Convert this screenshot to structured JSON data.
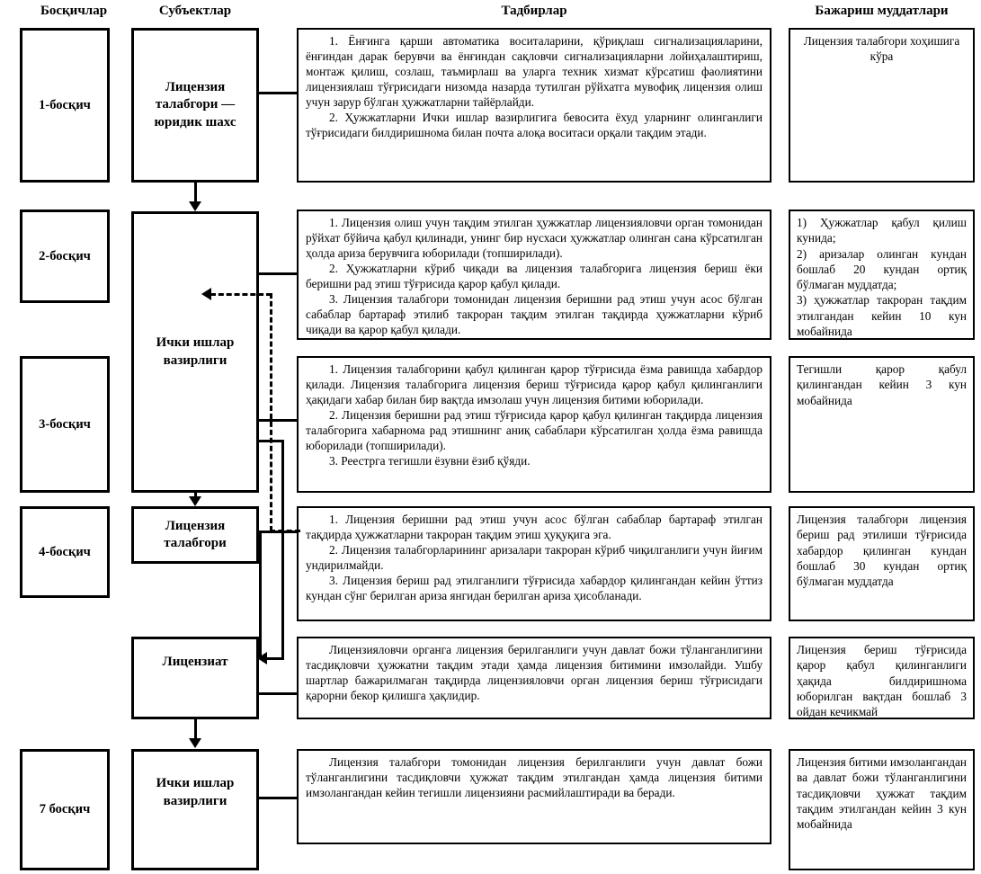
{
  "headers": {
    "stages": "Босқичлар",
    "subjects": "Субъектлар",
    "measures": "Тадбирлар",
    "deadlines": "Бажариш муддатлари"
  },
  "rows": [
    {
      "stage": "1-босқич",
      "subject": "Лицензия талабгори — юридик шахс",
      "measures": [
        "1. Ёнғинга қарши автоматика воситаларини, қўриқлаш сигнализацияларини, ёнғиндан дарак берувчи ва ёнғиндан сақловчи сигнализацияларни лойиҳалаштириш, монтаж қилиш, созлаш, таъмирлаш ва уларга техник хизмат кўрсатиш фаолиятини лицензиялаш тўғрисидаги низомда назарда тутилган рўйхатга мувофиқ лицензия олиш учун зарур бўлган ҳужжатларни тайёрлайди.",
        "2. Ҳужжатларни Ички ишлар вазирлигига бевосита ёхуд уларнинг олинганлиги тўғрисидаги билдиришнома билан почта алоқа воситаси орқали тақдим этади."
      ],
      "deadline": [
        "Лицензия талабгори хоҳишига кўра"
      ],
      "deadline_align": "center"
    },
    {
      "stage": "2-босқич",
      "subject": "Ички ишлар вазирлиги",
      "measures": [
        "1. Лицензия олиш учун тақдим этилган ҳужжатлар лицензияловчи орган томонидан рўйхат бўйича қабул қилинади, унинг бир нусхаси ҳужжатлар олинган сана кўрсатилган ҳолда ариза берувчига юборилади (топширилади).",
        "2. Ҳужжатларни кўриб чиқади ва лицензия талабгорига лицензия бериш ёки беришни рад этиш тўғрисида қарор қабул қилади.",
        "3. Лицензия талабгори томонидан лицензия беришни рад этиш учун асос бўлган сабаблар бартараф этилиб такроран тақдим этилган тақдирда ҳужжатларни кўриб чиқади ва қарор қабул қилади."
      ],
      "deadline": [
        "1) Ҳужжатлар қабул қилиш кунида;",
        "2) аризалар олинган кундан бошлаб 20 кундан ортиқ бўлмаган муддатда;",
        "3) ҳужжатлар такроран тақдим этилгандан кейин 10 кун мобайнида"
      ],
      "deadline_align": "justify"
    },
    {
      "stage": "3-босқич",
      "subject": "",
      "measures": [
        "1. Лицензия талабгорини қабул қилинган қарор тўғрисида ёзма равишда хабардор қилади. Лицензия талабгорига лицензия бериш тўғрисида қарор қабул қилинганлиги ҳақидаги хабар билан бир вақтда имзолаш учун лицензия битими юборилади.",
        "2. Лицензия беришни рад этиш тўғрисида қарор қабул қилинган тақдирда лицензия талабгорига хабарнома рад этишнинг аниқ сабаблари кўрсатилган ҳолда ёзма равишда юборилади (топширилади).",
        "3. Реестрга тегишли ёзувни ёзиб қўяди."
      ],
      "deadline": [
        "Тегишли қарор қабул қилингандан кейин 3 кун мобайнида"
      ],
      "deadline_align": "justify"
    },
    {
      "stage": "4-босқич",
      "subject": "Лицензия талабгори",
      "measures": [
        "1. Лицензия беришни рад этиш учун асос бўлган сабаблар бартараф этилган тақдирда ҳужжатларни такроран тақдим этиш ҳуқуқига эга.",
        "2. Лицензия талабгорларининг аризалари такроран кўриб чиқилганлиги учун йиғим ундирилмайди.",
        "3. Лицензия бериш рад этилганлиги тўғрисида хабардор қилингандан кейин ўттиз кундан сўнг берилган ариза янгидан берилган ариза ҳисобланади."
      ],
      "deadline": [
        "Лицензия талабгори лицензия бериш рад этилиши тўғрисида хабардор қилинган кундан бошлаб 30 кундан ортиқ бўлмаган муддатда"
      ],
      "deadline_align": "justify"
    },
    {
      "stage": "",
      "subject": "Лицензиат",
      "measures": [
        "Лицензияловчи органга лицензия берилганлиги учун давлат божи тўланганлигини тасдиқловчи ҳужжатни тақдим этади ҳамда лицензия битимини имзолайди. Ушбу шартлар бажарилмаган тақдирда лицензияловчи орган лицензия бериш тўғрисидаги қарорни бекор қилишга ҳақлидир."
      ],
      "deadline": [
        "Лицензия бериш тўғрисида қарор қабул қилинганлиги ҳақида билдиришнома юборилган вақтдан бошлаб 3 ойдан кечикмай"
      ],
      "deadline_align": "justify"
    },
    {
      "stage": "7 босқич",
      "subject": "Ички ишлар вазирлиги",
      "measures": [
        "Лицензия талабгори томонидан лицензия берилганлиги учун давлат божи тўланганлигини тасдиқловчи ҳужжат тақдим этилгандан ҳамда лицензия битими имзолангандан кейин тегишли лицензияни расмийлаштиради ва беради."
      ],
      "deadline": [
        "Лицензия битими имзолангандан ва давлат божи тўланганлигини тасдиқловчи ҳужжат тақдим тақдим этилгандан кейин 3 кун мобайнида"
      ],
      "deadline_align": "justify"
    }
  ],
  "colors": {
    "line": "#000000",
    "background": "#ffffff"
  }
}
